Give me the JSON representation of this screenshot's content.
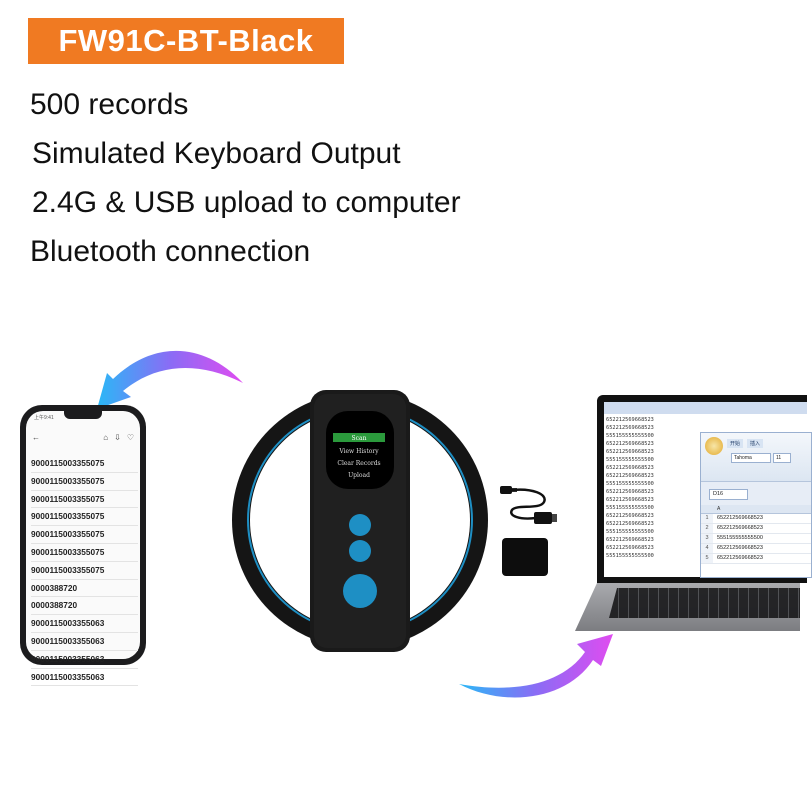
{
  "title": "FW91C-BT-Black",
  "features": [
    "500 records",
    "Simulated Keyboard Output",
    "2.4G & USB upload to computer",
    "Bluetooth connection"
  ],
  "phone": {
    "status": "上午9:41",
    "records": [
      "9000115003355075",
      "9000115003355075",
      "9000115003355075",
      "9000115003355075",
      "9000115003355075",
      "9000115003355075",
      "9000115003355075",
      "0000388720",
      "0000388720",
      "9000115003355063",
      "9000115003355063",
      "9000115003355063",
      "9000115003355063"
    ]
  },
  "scanner": {
    "menu": [
      "Scan",
      "View History",
      "Clear Records",
      "Upload"
    ],
    "selected_index": 0
  },
  "laptop": {
    "notepad_lines": [
      "652212569668523",
      "652212569668523",
      "555155555555500",
      "652212569668523",
      "652212569668523",
      "555155555555500",
      "652212569668523",
      "652212569668523",
      "555155555555500",
      "652212569668523",
      "652212569668523",
      "555155555555500",
      "652212569668523",
      "652212569668523",
      "555155555555500",
      "652212569668523",
      "652212569668523",
      "555155555555500"
    ],
    "excel": {
      "tabs": [
        "开始",
        "插入"
      ],
      "font": "Tahoma",
      "font_size": "11",
      "name_box": "D16",
      "column_header": "A",
      "rows": [
        {
          "n": "1",
          "v": "652212569668523"
        },
        {
          "n": "2",
          "v": "652212569668523"
        },
        {
          "n": "3",
          "v": "555155555555500"
        },
        {
          "n": "4",
          "v": "652212569668523"
        },
        {
          "n": "5",
          "v": "652212569668523"
        }
      ]
    }
  },
  "colors": {
    "badge": "#f07a22",
    "accent_blue": "#1e8fc4",
    "arrow_start": "#c84cf0",
    "arrow_end": "#28c8f5"
  }
}
